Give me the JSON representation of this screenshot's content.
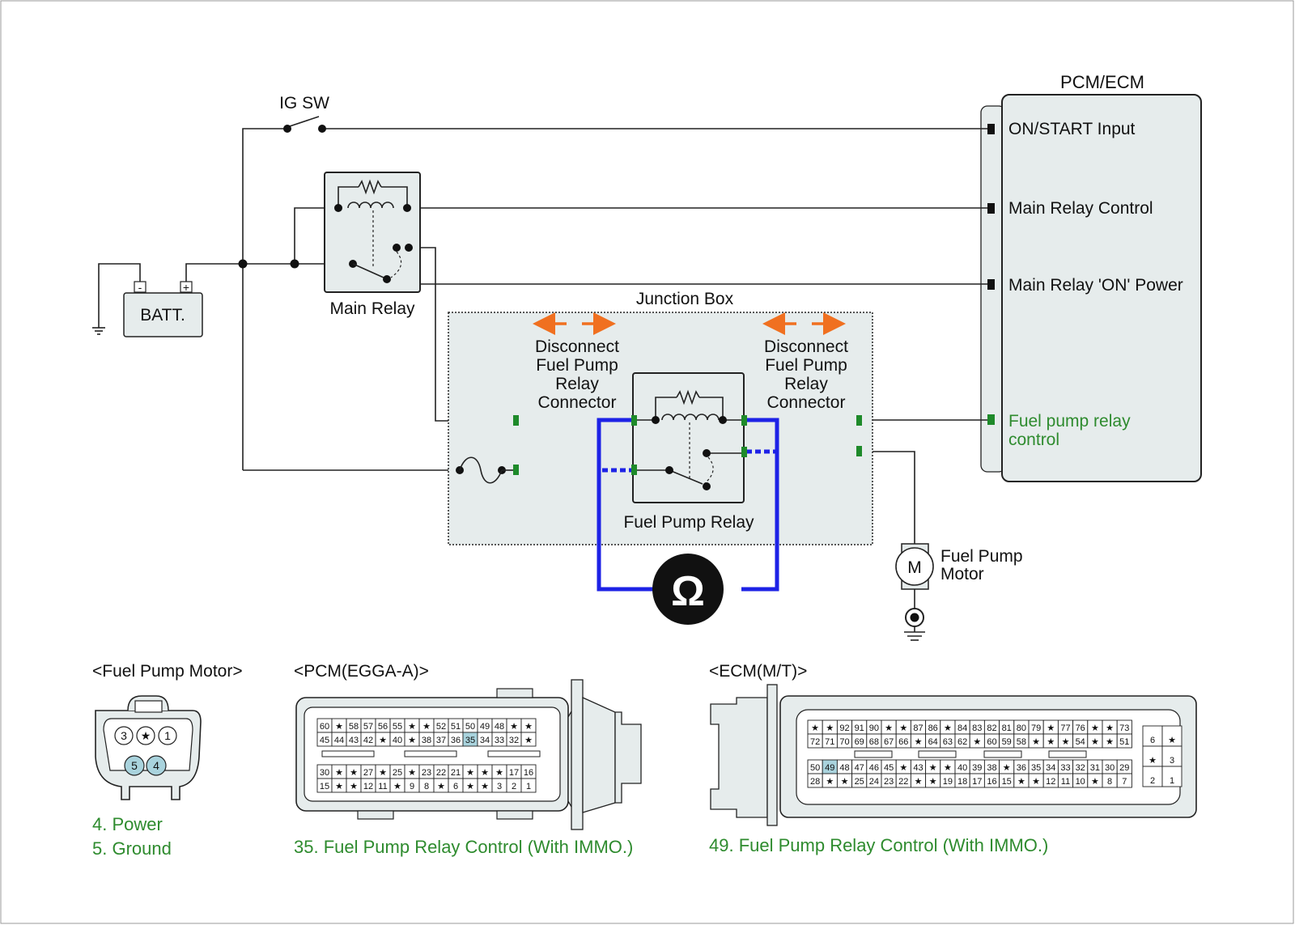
{
  "circuit": {
    "ig_switch": "IG SW",
    "battery": "BATT.",
    "battery_neg": "-",
    "battery_pos": "+",
    "main_relay": "Main Relay",
    "junction_box": "Junction Box",
    "disconnect_left": [
      "Disconnect",
      "Fuel Pump",
      "Relay",
      "Connector"
    ],
    "disconnect_right": [
      "Disconnect",
      "Fuel Pump",
      "Relay",
      "Connector"
    ],
    "fuel_pump_relay": "Fuel Pump Relay",
    "motor_symbol": "M",
    "fuel_pump_motor": [
      "Fuel Pump",
      "Motor"
    ],
    "ohm_symbol": "Ω"
  },
  "pcm_ecm": {
    "title": "PCM/ECM",
    "pins": [
      "ON/START Input",
      "Main Relay Control",
      "Main Relay 'ON' Power"
    ],
    "fuel_pump_pin": [
      "Fuel pump relay",
      "control"
    ]
  },
  "connectors": {
    "fuel_pump_motor": {
      "title": "<Fuel Pump Motor>",
      "pins_top": [
        "3",
        "★",
        "1"
      ],
      "pins_bottom": [
        "5",
        "4"
      ],
      "legend": [
        "4. Power",
        "5. Ground"
      ]
    },
    "pcm": {
      "title": "<PCM(EGGA-A)>",
      "row1": [
        "60",
        "★",
        "58",
        "57",
        "56",
        "55",
        "★",
        "★",
        "52",
        "51",
        "50",
        "49",
        "48",
        "★",
        "★"
      ],
      "row2": [
        "45",
        "44",
        "43",
        "42",
        "★",
        "40",
        "★",
        "38",
        "37",
        "36",
        "35",
        "34",
        "33",
        "32",
        "★"
      ],
      "row3": [
        "30",
        "★",
        "★",
        "27",
        "★",
        "25",
        "★",
        "23",
        "22",
        "21",
        "★",
        "★",
        "★",
        "17",
        "16"
      ],
      "row4": [
        "15",
        "★",
        "★",
        "12",
        "11",
        "★",
        "9",
        "8",
        "★",
        "6",
        "★",
        "★",
        "3",
        "2",
        "1"
      ],
      "highlight": "35",
      "legend": "35. Fuel Pump Relay Control (With IMMO.)"
    },
    "ecm": {
      "title": "<ECM(M/T)>",
      "row1": [
        "★",
        "★",
        "92",
        "91",
        "90",
        "★",
        "★",
        "87",
        "86",
        "★",
        "84",
        "83",
        "82",
        "81",
        "80",
        "79",
        "★",
        "77",
        "76",
        "★",
        "★",
        "73"
      ],
      "row2": [
        "72",
        "71",
        "70",
        "69",
        "68",
        "67",
        "66",
        "★",
        "64",
        "63",
        "62",
        "★",
        "60",
        "59",
        "58",
        "★",
        "★",
        "★",
        "54",
        "★",
        "★",
        "51"
      ],
      "row3": [
        "50",
        "49",
        "48",
        "47",
        "46",
        "45",
        "★",
        "43",
        "★",
        "★",
        "40",
        "39",
        "38",
        "★",
        "36",
        "35",
        "34",
        "33",
        "32",
        "31",
        "30",
        "29"
      ],
      "row4": [
        "28",
        "★",
        "★",
        "25",
        "24",
        "23",
        "22",
        "★",
        "★",
        "19",
        "18",
        "17",
        "16",
        "15",
        "★",
        "★",
        "12",
        "11",
        "10",
        "★",
        "8",
        "7"
      ],
      "side": [
        [
          "6",
          "★"
        ],
        [
          "★",
          "3"
        ],
        [
          "2",
          "1"
        ]
      ],
      "highlight": "49",
      "legend": "49. Fuel Pump Relay Control (With IMMO.)"
    }
  },
  "colors": {
    "green_label": "#2e8b2e",
    "meter_loop": "#1d22e6",
    "arrow": "#f07020",
    "connector_pin": "#1e8a2a",
    "highlight_pin": "#a9d3dd",
    "box_fill": "#e6ecec"
  }
}
